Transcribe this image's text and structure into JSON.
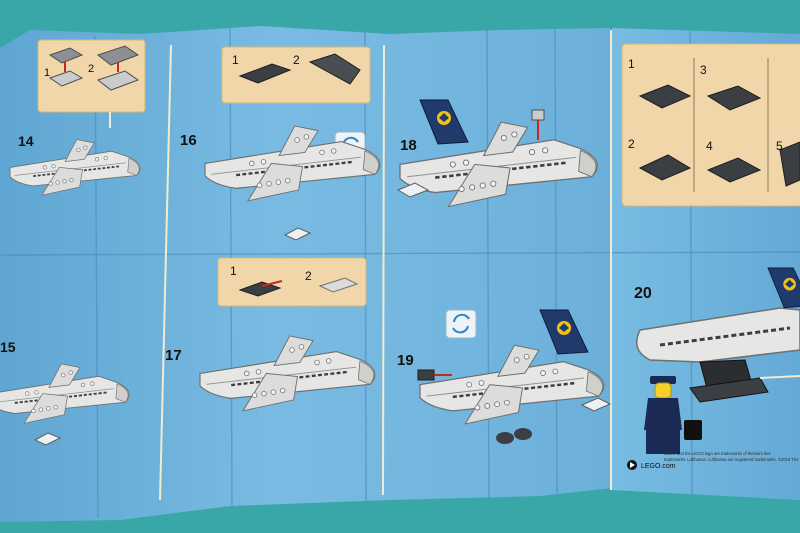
{
  "photo": {
    "subject": "LEGO airplane building instructions sheet",
    "colors": {
      "table": "#39a7a8",
      "paper": "#6fb2da",
      "paper_light": "#82c0e4",
      "callout": "#f0d6a8",
      "fold": "#4f93bf",
      "divider": "#f3ead0",
      "brick_light": "#e6e6e4",
      "brick_dark": "#3b3f43",
      "tail_blue": "#1f3a6b",
      "tail_yellow": "#f2c21b",
      "pointer_red": "#c8281e"
    }
  },
  "steps": {
    "s14": "14",
    "s15": "15",
    "s16": "16",
    "s17": "17",
    "s18": "18",
    "s19": "19",
    "s20": "20"
  },
  "callouts": {
    "top_left": [
      "1",
      "2"
    ],
    "step16": [
      "1",
      "2"
    ],
    "step17": [
      "1",
      "2"
    ],
    "right_panel": [
      "1",
      "3",
      "2",
      "4",
      "5"
    ]
  },
  "footer": {
    "website": "LEGO.com",
    "legal_line1": "LEGO and the LEGO logo are trademarks of the/sont des",
    "legal_line2": "trademarks. Lufthansa. Lufthansa are registered trademarks. ©2016 The"
  }
}
